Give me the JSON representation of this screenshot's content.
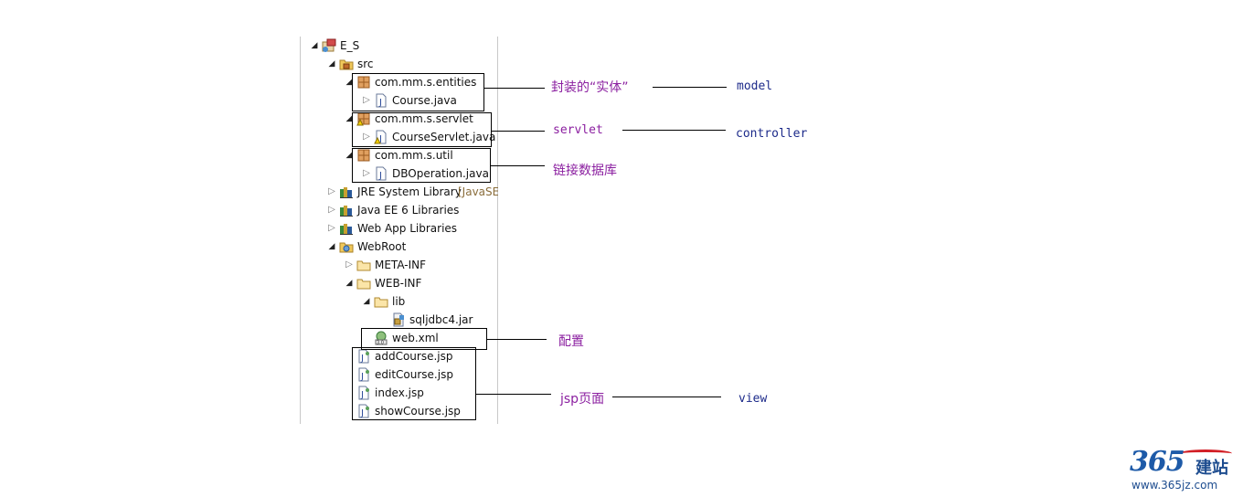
{
  "tree": [
    {
      "label": "E_S",
      "icon": "project-icon",
      "arrow": "open",
      "indent": 0
    },
    {
      "label": "src",
      "icon": "source-folder-icon",
      "arrow": "open",
      "indent": 1
    },
    {
      "label": "com.mm.s.entities",
      "icon": "package-icon",
      "arrow": "open",
      "indent": 2
    },
    {
      "label": "Course.java",
      "icon": "java-file-icon",
      "arrow": "closed",
      "indent": 3
    },
    {
      "label": "com.mm.s.servlet",
      "icon": "package-warning-icon",
      "arrow": "open",
      "indent": 2
    },
    {
      "label": "CourseServlet.java",
      "icon": "java-file-warning-icon",
      "arrow": "closed",
      "indent": 3
    },
    {
      "label": "com.mm.s.util",
      "icon": "package-icon",
      "arrow": "open",
      "indent": 2
    },
    {
      "label": "DBOperation.java",
      "icon": "java-file-icon",
      "arrow": "closed",
      "indent": 3
    },
    {
      "label": "JRE System Library",
      "extra": " [JavaSE",
      "icon": "library-icon",
      "arrow": "closed",
      "indent": 1
    },
    {
      "label": "Java EE 6 Libraries",
      "icon": "library-icon",
      "arrow": "closed",
      "indent": 1
    },
    {
      "label": "Web App Libraries",
      "icon": "library-icon",
      "arrow": "closed",
      "indent": 1
    },
    {
      "label": "WebRoot",
      "icon": "web-folder-icon",
      "arrow": "open",
      "indent": 1
    },
    {
      "label": "META-INF",
      "icon": "folder-icon",
      "arrow": "closed",
      "indent": 2
    },
    {
      "label": "WEB-INF",
      "icon": "folder-icon",
      "arrow": "open",
      "indent": 2
    },
    {
      "label": "lib",
      "icon": "folder-icon",
      "arrow": "open",
      "indent": 3
    },
    {
      "label": "sqljdbc4.jar",
      "icon": "jar-file-icon",
      "arrow": "none",
      "indent": 4
    },
    {
      "label": "web.xml",
      "icon": "xml-file-icon",
      "arrow": "none",
      "indent": 3
    },
    {
      "label": "addCourse.jsp",
      "icon": "jsp-file-icon",
      "arrow": "none",
      "indent": 2
    },
    {
      "label": "editCourse.jsp",
      "icon": "jsp-file-icon",
      "arrow": "none",
      "indent": 2
    },
    {
      "label": "index.jsp",
      "icon": "jsp-file-icon",
      "arrow": "none",
      "indent": 2
    },
    {
      "label": "showCourse.jsp",
      "icon": "jsp-file-icon",
      "arrow": "none",
      "indent": 2
    }
  ],
  "annotations": {
    "entities_note": "封装的“实体”",
    "servlet_note": "servlet",
    "util_note": "链接数据库",
    "webxml_note": "配置",
    "jsp_note": "jsp页面"
  },
  "mvc": {
    "model": "model",
    "controller": "controller",
    "view": "view"
  },
  "watermark": {
    "number": "365",
    "brand": "建站",
    "url": "www.365jz.com"
  },
  "colors": {
    "annotation": "#8b1fa0",
    "mvc_label": "#1c2a8a",
    "logo_blue": "#1d5aa8",
    "logo_red": "#d21f26"
  }
}
